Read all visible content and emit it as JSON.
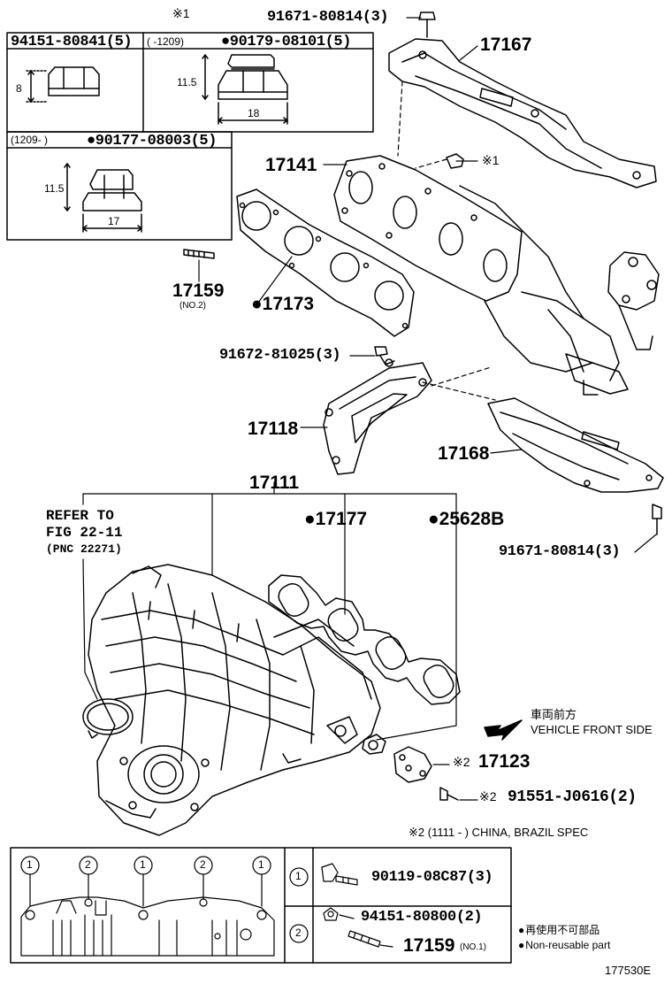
{
  "inset_boxes": {
    "nut_a": {
      "part": "94151-80841(5)",
      "height_dim": "8"
    },
    "nut_b": {
      "mark": "※1",
      "date_range": "(      -1209)",
      "part": "●90179-08101(5)",
      "height_dim": "11.5",
      "width_dim": "18"
    },
    "nut_c": {
      "date_range": "(1209-      )",
      "part": "●90177-08003(5)",
      "height_dim": "11.5",
      "width_dim": "17"
    }
  },
  "callouts": {
    "bolt_top": "91671-80814(3)",
    "p17167": "17167",
    "p17141": "17141",
    "mark1_nut": "※1",
    "p17159": "17159",
    "p17159_sub": "(NO.2)",
    "p17173": "●17173",
    "bolt_91672": "91672-81025(3)",
    "p17118": "17118",
    "p17168": "17168",
    "bolt_bottom": "91671-80814(3)",
    "p17111": "17111",
    "refer": [
      "REFER TO",
      "FIG 22-11",
      "(PNC 22271)"
    ],
    "p17177": "●17177",
    "p25628B": "●25628B",
    "front_jp": "車両前方",
    "front_en": "VEHICLE FRONT SIDE",
    "p17123": "17123",
    "p17123_mark": "※2",
    "bolt_91551": "91551-J0616(2)",
    "bolt_91551_mark": "※2",
    "spec_note": "※2 (1111 -       ) CHINA, BRAZIL SPEC"
  },
  "legend": {
    "markers": [
      "1",
      "2",
      "1",
      "2",
      "1"
    ],
    "row1": {
      "num": "1",
      "part": "90119-08C87(3)"
    },
    "row2": {
      "num": "2",
      "part_a": "94151-80800(2)",
      "part_b": "17159",
      "part_b_sub": "(NO.1)"
    }
  },
  "notes": {
    "jp": "再使用不可部品",
    "en": "Non-reusable part"
  },
  "figure_code": "177530E"
}
